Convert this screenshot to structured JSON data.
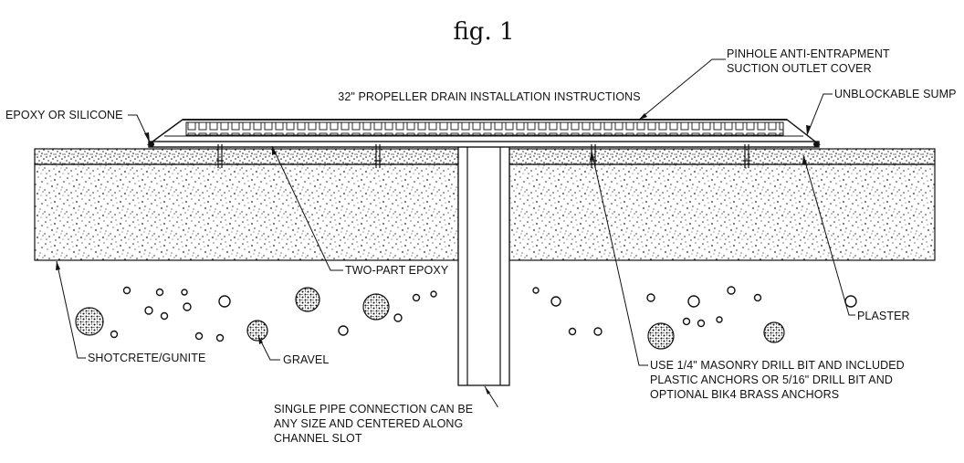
{
  "figure": {
    "title": "fig. 1"
  },
  "labels": {
    "heading": "32\" PROPELLER DRAIN INSTALLATION INSTRUCTIONS",
    "cover_line1": "PINHOLE ANTI-ENTRAPMENT",
    "cover_line2": "SUCTION OUTLET COVER",
    "sump": "UNBLOCKABLE SUMP",
    "epoxy_silicone": "EPOXY OR SILICONE",
    "two_part_epoxy": "TWO-PART EPOXY",
    "plaster": "PLASTER",
    "shotcrete": "SHOTCRETE/GUNITE",
    "gravel": "GRAVEL",
    "drill_line1": "USE 1/4\" MASONRY DRILL BIT AND INCLUDED",
    "drill_line2": "PLASTIC ANCHORS OR 5/16\" DRILL BIT AND",
    "drill_line3": "OPTIONAL BIK4 BRASS ANCHORS",
    "pipe_line1": "SINGLE PIPE CONNECTION CAN BE",
    "pipe_line2": "ANY SIZE AND CENTERED ALONG",
    "pipe_line3": "CHANNEL SLOT"
  },
  "colors": {
    "line": "#111111",
    "fill": "#ffffff"
  }
}
